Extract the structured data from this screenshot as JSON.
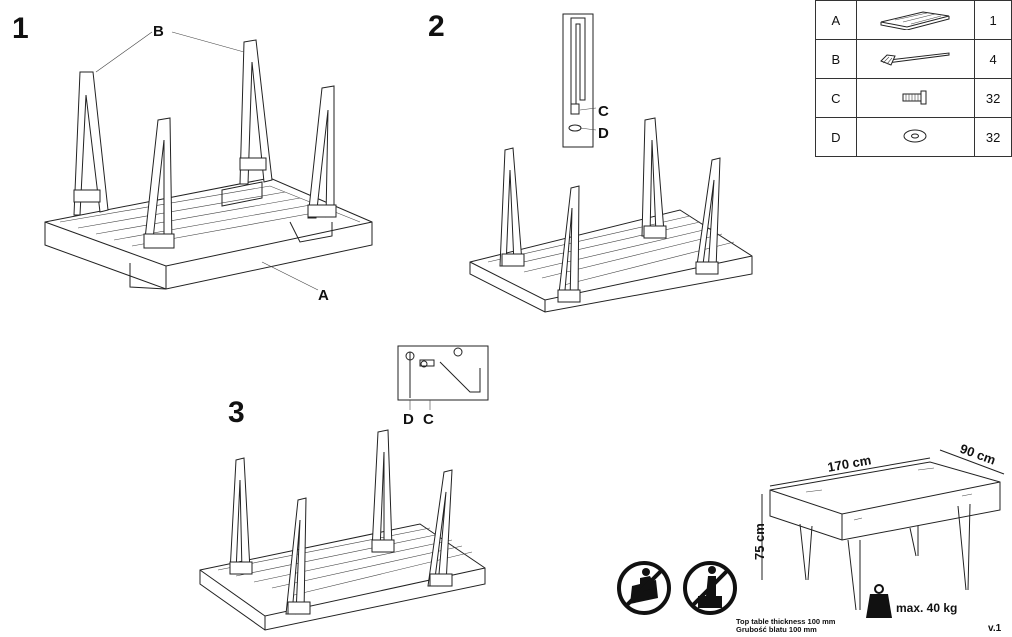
{
  "steps": {
    "s1": "1",
    "s2": "2",
    "s3": "3"
  },
  "labels": {
    "step1_b": "B",
    "step1_a": "A",
    "step2_c": "C",
    "step2_d": "D",
    "step3_d": "D",
    "step3_c": "C"
  },
  "parts": [
    {
      "letter": "A",
      "qty": "1",
      "icon": "frame-icon"
    },
    {
      "letter": "B",
      "qty": "4",
      "icon": "leg-icon"
    },
    {
      "letter": "C",
      "qty": "32",
      "icon": "screw-icon"
    },
    {
      "letter": "D",
      "qty": "32",
      "icon": "washer-icon"
    }
  ],
  "dimensions": {
    "length": "170 cm",
    "width": "90 cm",
    "height": "75 cm"
  },
  "max_load": "max. 40 kg",
  "thickness_en": "Top table thickness 100 mm",
  "thickness_pl": "Grubość blatu 100 mm",
  "version": "v.1"
}
